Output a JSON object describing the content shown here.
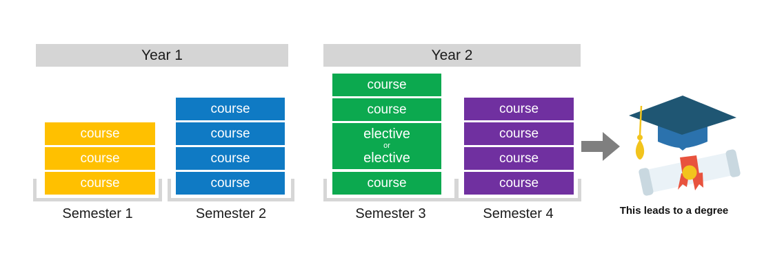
{
  "years": [
    {
      "label": "Year 1"
    },
    {
      "label": "Year 2"
    }
  ],
  "semesters": [
    {
      "label": "Semester 1",
      "color": "#FFC000",
      "blocks": [
        {
          "text": "course"
        },
        {
          "text": "course"
        },
        {
          "text": "course"
        }
      ]
    },
    {
      "label": "Semester 2",
      "color": "#0F7AC4",
      "blocks": [
        {
          "text": "course"
        },
        {
          "text": "course"
        },
        {
          "text": "course"
        },
        {
          "text": "course"
        }
      ]
    },
    {
      "label": "Semester 3",
      "color": "#0CA94F",
      "blocks": [
        {
          "text": "course"
        },
        {
          "text": "course"
        },
        {
          "text": "elective",
          "conjunction": "or",
          "text2": "elective"
        },
        {
          "text": "course"
        }
      ]
    },
    {
      "label": "Semester 4",
      "color": "#7030A0",
      "blocks": [
        {
          "text": "course"
        },
        {
          "text": "course"
        },
        {
          "text": "course"
        },
        {
          "text": "course"
        }
      ]
    }
  ],
  "outcome": {
    "caption": "This leads to a degree"
  },
  "icons": {
    "arrow": "right-arrow-icon",
    "cap": "graduation-cap-icon",
    "diploma": "diploma-scroll-icon"
  },
  "palette": {
    "year_bar": "#D5D5D5",
    "bracket": "#D6D6D6",
    "gold": "#FFC000",
    "blue": "#0F7AC4",
    "green": "#0CA94F",
    "purple": "#7030A0",
    "arrow_gray": "#7F7F7F",
    "cap_board": "#1F5673",
    "cap_dome": "#2B72AD",
    "tassel_gold": "#F2C41D",
    "scroll_body": "#EAF2F7",
    "scroll_ends": "#C9D8E0",
    "ribbon_red": "#E8533E",
    "seal_gold": "#F2C41D"
  }
}
